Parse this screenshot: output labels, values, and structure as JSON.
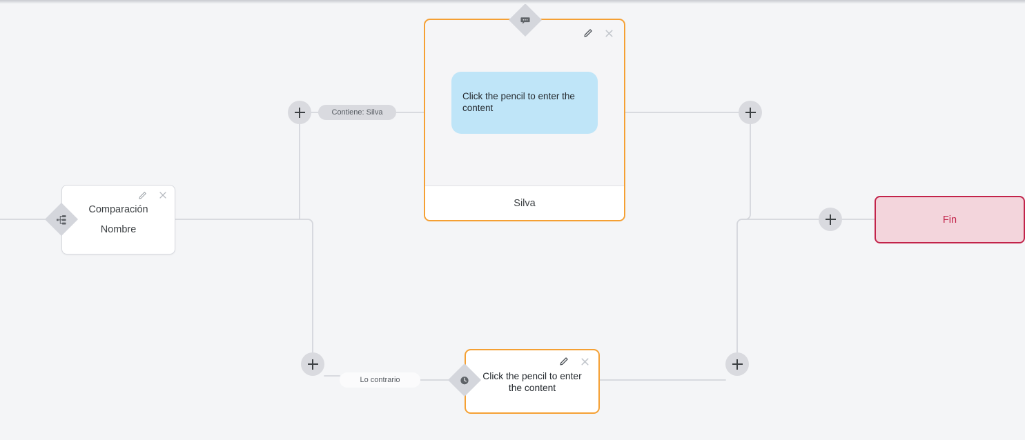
{
  "app": {
    "canvas_background": "#f4f5f7",
    "accent_orange": "#f5a033",
    "accent_crimson": "#c2234a",
    "bubble_blue": "#bfe5f8",
    "connector_grey": "#d4d6dc"
  },
  "comparison_node": {
    "title": "Comparación",
    "subtitle": "Nombre",
    "icon": "branch-sitemap-icon",
    "edit_icon": "pencil-icon",
    "close_icon": "close-icon"
  },
  "message_card": {
    "diamond_icon": "speech-bubble-icon",
    "edit_icon": "pencil-icon",
    "close_icon": "close-icon",
    "bubble_text": "Click the pencil to enter the content",
    "footer_label": "Silva"
  },
  "timer_card": {
    "diamond_icon": "clock-icon",
    "edit_icon": "pencil-icon",
    "close_icon": "close-icon",
    "text": "Click the pencil to enter the content"
  },
  "end_node": {
    "label": "Fin"
  },
  "edge_labels": {
    "true_branch": "Contiene: Silva",
    "false_branch": "Lo contrario"
  },
  "add_buttons": [
    {
      "name": "add-node-true-branch",
      "glyph": "+"
    },
    {
      "name": "add-node-false-branch",
      "glyph": "+"
    },
    {
      "name": "add-node-after-message",
      "glyph": "+"
    },
    {
      "name": "add-node-after-timer",
      "glyph": "+"
    },
    {
      "name": "add-node-before-end",
      "glyph": "+"
    }
  ]
}
